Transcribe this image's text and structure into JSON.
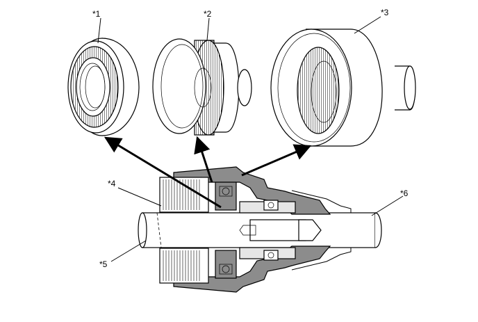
{
  "diagram": {
    "callouts": [
      {
        "id": "c1",
        "text": "*1"
      },
      {
        "id": "c2",
        "text": "*2"
      },
      {
        "id": "c3",
        "text": "*3"
      },
      {
        "id": "c4",
        "text": "*4"
      },
      {
        "id": "c5",
        "text": "*5"
      },
      {
        "id": "c6",
        "text": "*6"
      }
    ],
    "colors": {
      "line": "#000000",
      "gray_fill": "#8c8c8c",
      "light_fill": "#e6e6e6",
      "background": "#ffffff"
    }
  }
}
